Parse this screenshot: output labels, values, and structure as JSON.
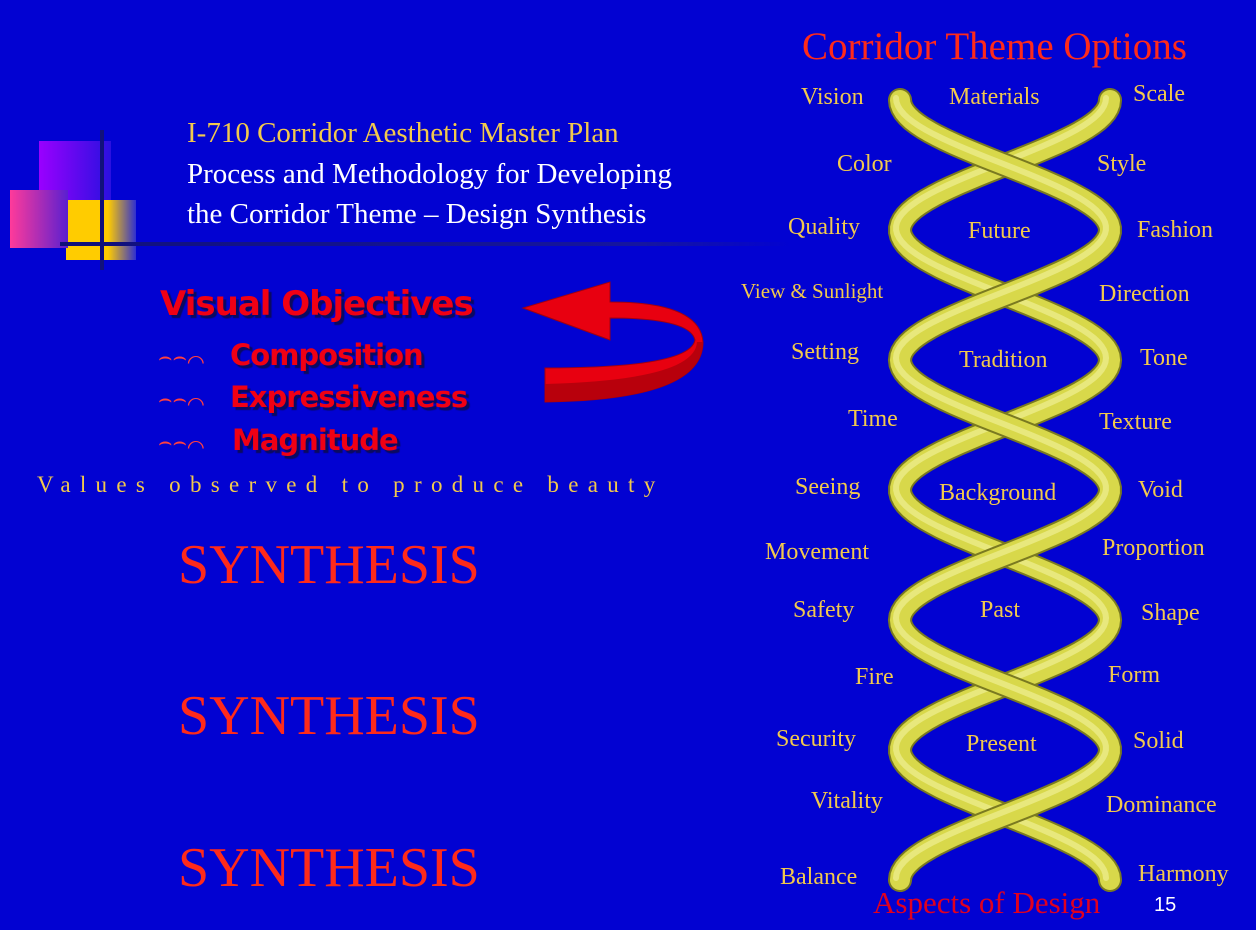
{
  "title": {
    "line1": "I-710  Corridor Aesthetic Master Plan",
    "line2": "Process and Methodology for Developing",
    "line3": "the Corridor Theme – Design Synthesis"
  },
  "objectives": {
    "heading": "Visual Objectives",
    "bullet_icon": "eyeglasses-icon",
    "items": [
      "Composition",
      "Expressiveness",
      "Magnitude"
    ],
    "caption": "Values observed to produce beauty"
  },
  "synthesis": [
    "SYNTHESIS",
    "SYNTHESIS",
    "SYNTHESIS"
  ],
  "helix": {
    "heading": "Corridor Theme Options",
    "footer": "Aspects of Design",
    "left_labels": [
      "Vision",
      "Color",
      "Quality",
      "View & Sunlight",
      "Setting",
      "Time",
      "Seeing",
      "Movement",
      "Safety",
      "Fire",
      "Security",
      "Vitality",
      "Balance"
    ],
    "center_labels": [
      "Materials",
      "Future",
      "Tradition",
      "Background",
      "Past",
      "Present"
    ],
    "right_labels": [
      "Scale",
      "Style",
      "Fashion",
      "Direction",
      "Tone",
      "Texture",
      "Void",
      "Proportion",
      "Shape",
      "Form",
      "Solid",
      "Dominance",
      "Harmony"
    ]
  },
  "page_number": "15",
  "colors": {
    "background": "#0202d2",
    "gold": "#f2c94c",
    "red": "#ff2a1a",
    "helix": "#d8d84a"
  }
}
